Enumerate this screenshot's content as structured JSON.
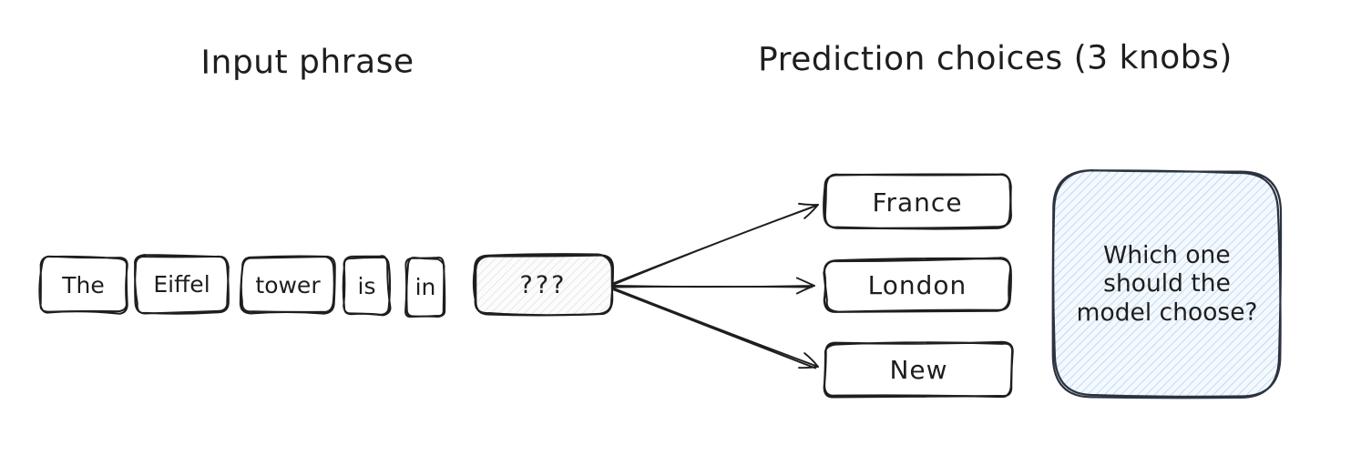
{
  "titles": {
    "input": "Input phrase",
    "predictions": "Prediction choices (3 knobs)"
  },
  "input_tokens": [
    {
      "label": "The"
    },
    {
      "label": "Eiffel"
    },
    {
      "label": "tower"
    },
    {
      "label": "is"
    },
    {
      "label": "in"
    }
  ],
  "unknown_box": {
    "label": "???"
  },
  "prediction_choices": [
    {
      "label": "France"
    },
    {
      "label": "London"
    },
    {
      "label": "New"
    }
  ],
  "note": {
    "text": "Which one should the model choose?"
  },
  "colors": {
    "ink": "#1e1e1e",
    "gray_hatch_line": "#e0e0e0",
    "gray_hatch_bg": "#fcfcfc",
    "blue_hatch_line": "#bcd6ef",
    "blue_hatch_bg": "#f4f9fe"
  }
}
